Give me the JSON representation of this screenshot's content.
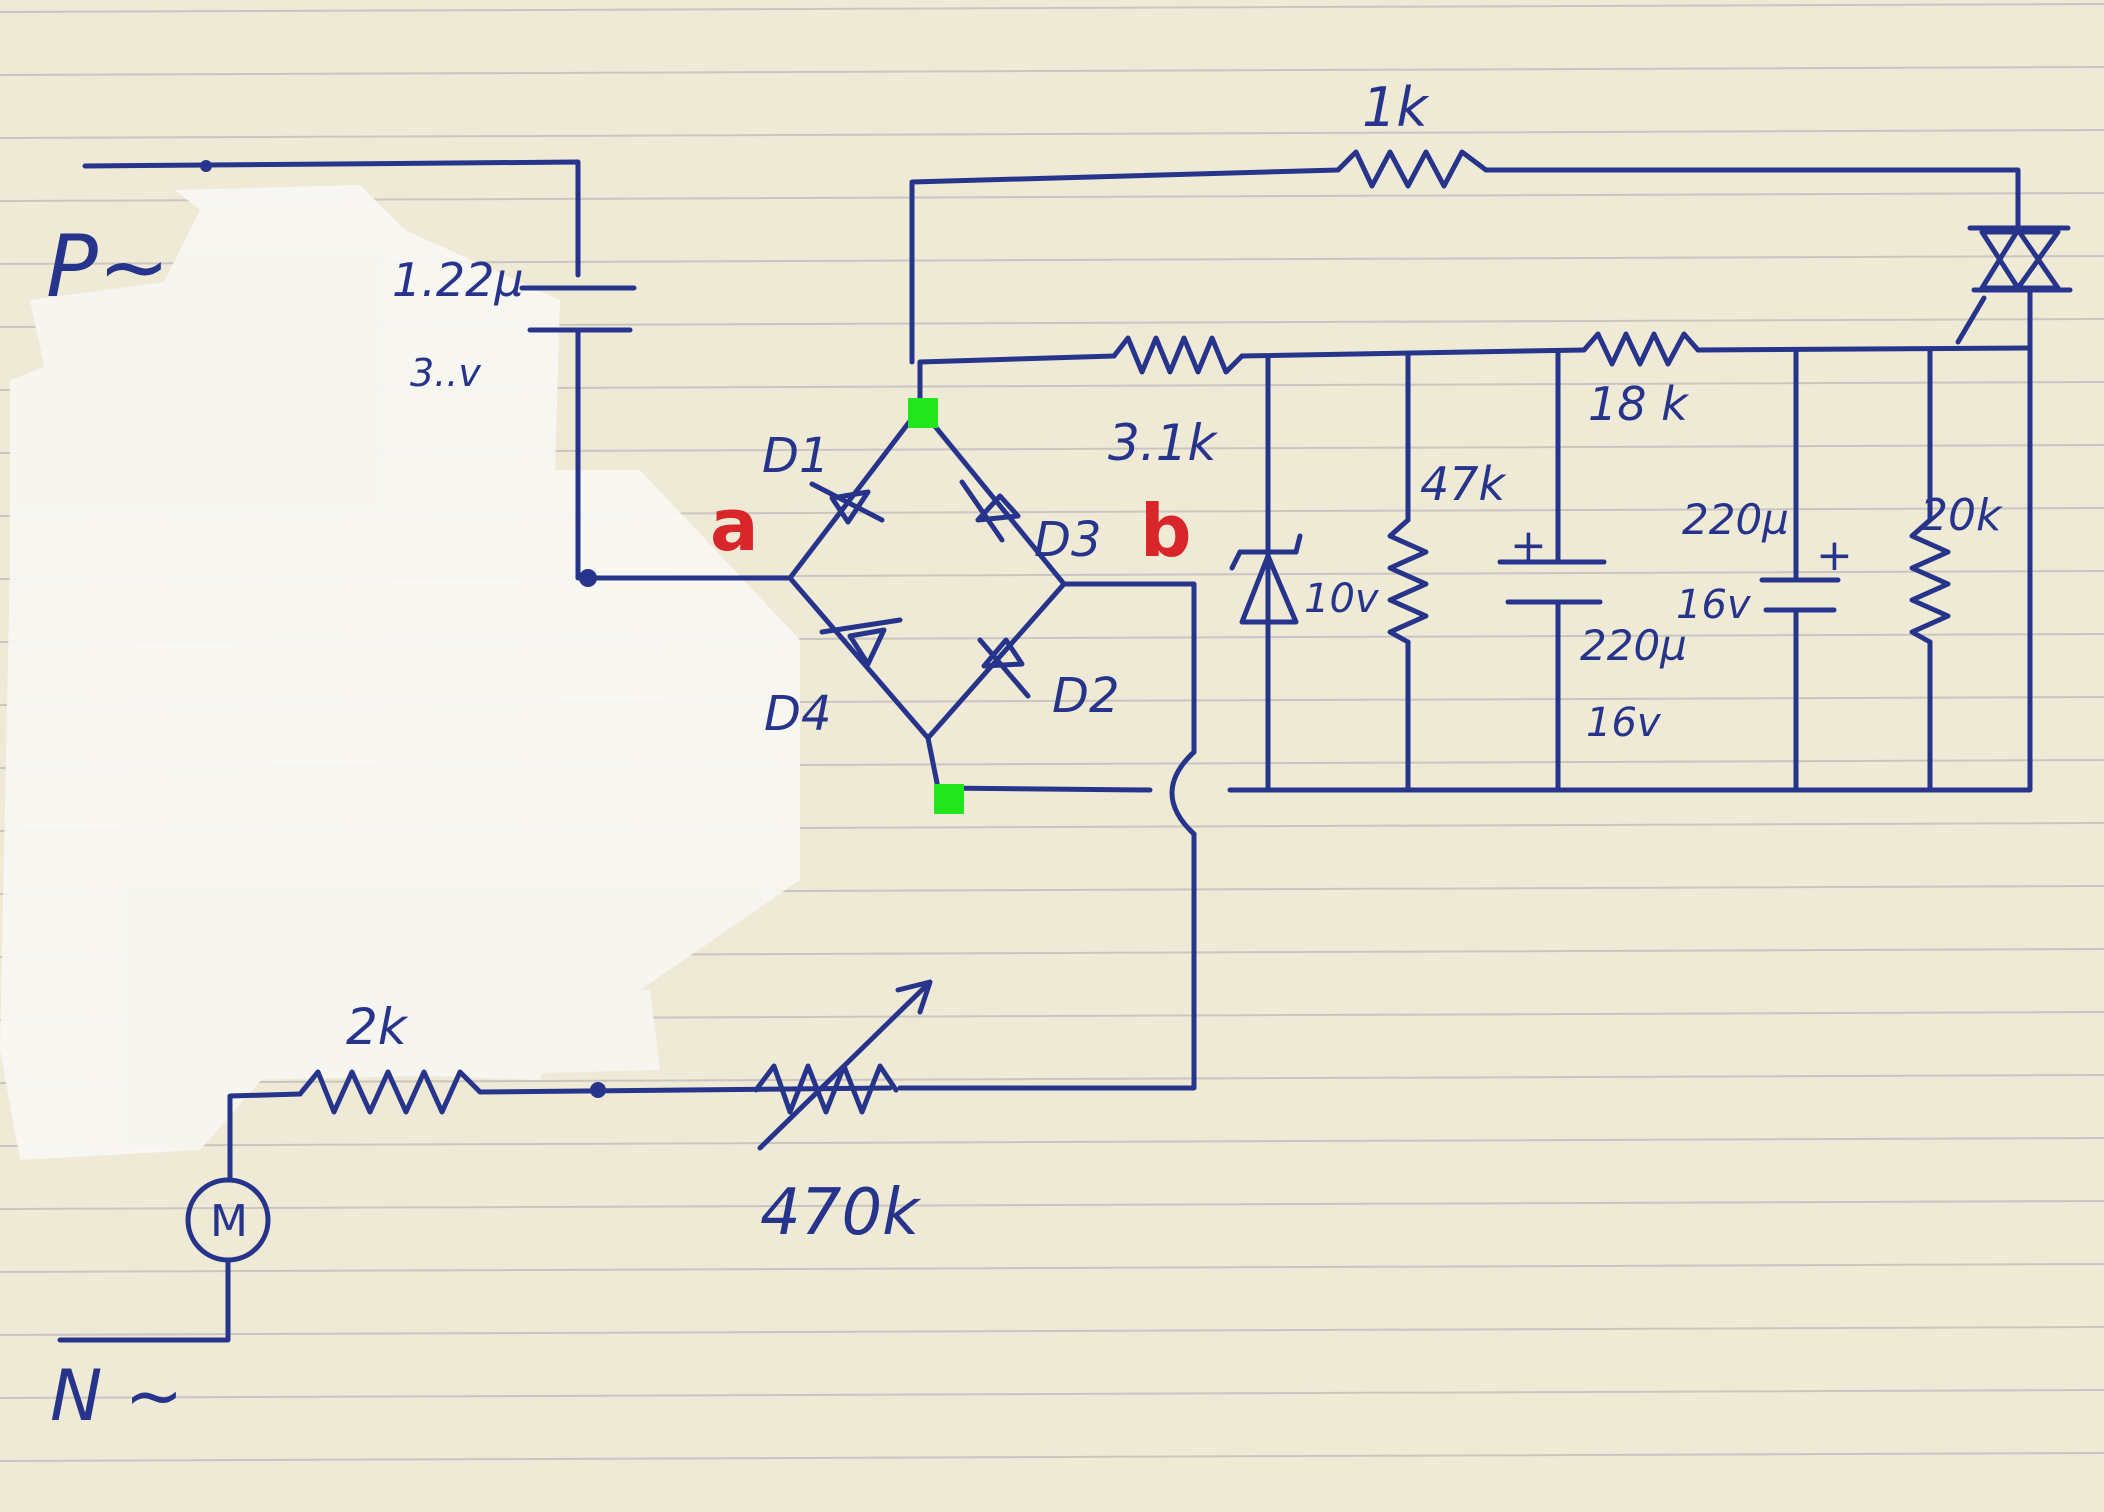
{
  "colors": {
    "paper": "#efead6",
    "rule": "#c9c6c2",
    "ink": "#27348b",
    "label_red": "#d8262a",
    "node_green": "#21e61c",
    "correction": "#f7f6f1"
  },
  "labels": {
    "phase": "P~",
    "neutral": "N ~",
    "cap_main_value": "1.22µ",
    "cap_main_voltage": "3..v",
    "r_top_1k": "1k",
    "r_3k": "3.1k",
    "r_18k": "18 k",
    "r_47k": "47k",
    "zener": "10v",
    "cap1_value": "220µ",
    "cap1_voltage": "16v",
    "cap2_value": "220µ",
    "cap2_voltage": "16v",
    "r_20k": "20k",
    "plus": "+",
    "d1": "D1",
    "d2": "D2",
    "d3": "D3",
    "d4": "D4",
    "node_a": "a",
    "node_b": "b",
    "r_2k": "2k",
    "pot_470k": "470k",
    "motor": "M"
  }
}
